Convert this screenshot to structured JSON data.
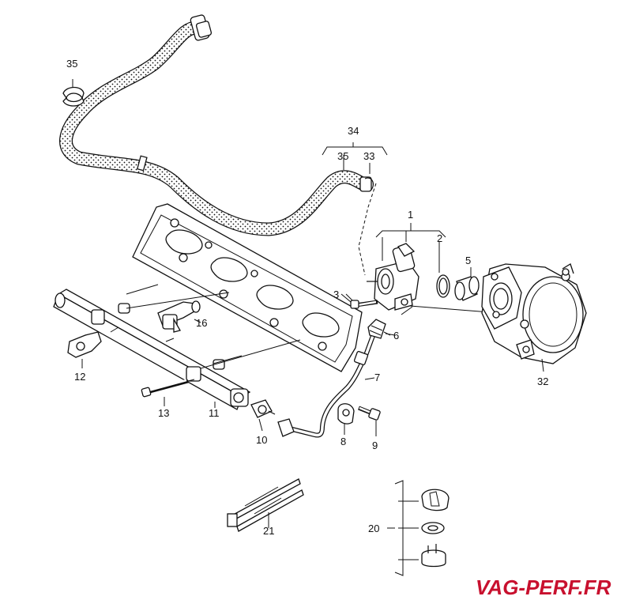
{
  "diagram": {
    "callouts": {
      "c1": "1",
      "c2": "2",
      "c3": "3",
      "c5": "5",
      "c6": "6",
      "c7": "7",
      "c8": "8",
      "c9": "9",
      "c10": "10",
      "c11": "11",
      "c12": "12",
      "c13": "13",
      "c16": "16",
      "c20": "20",
      "c21": "21",
      "c32": "32",
      "c33": "33",
      "c34": "34",
      "c35a": "35",
      "c35b": "35"
    },
    "watermark": "VAG-PERF.FR"
  },
  "colors": {
    "line": "#111111",
    "background": "#ffffff",
    "watermark": "#c8102e"
  }
}
